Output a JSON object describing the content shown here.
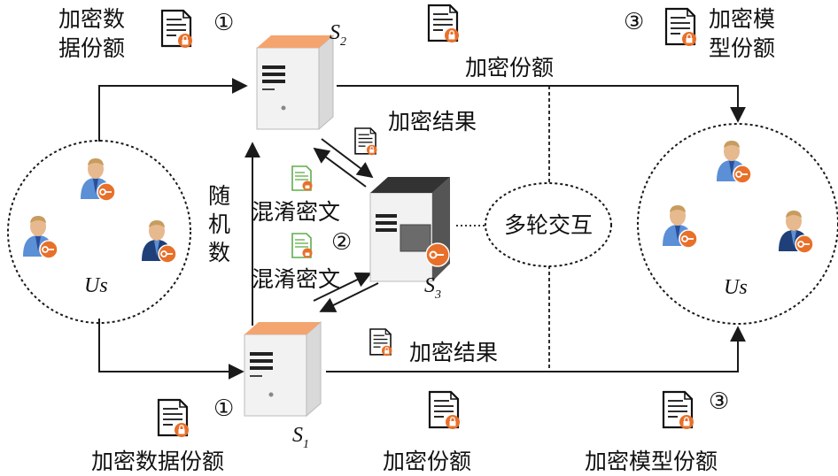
{
  "labels": {
    "enc_data_share_top": [
      "加密数",
      "据份额"
    ],
    "enc_model_share_top": [
      "加密模",
      "型份额"
    ],
    "enc_share_top": "加密份额",
    "enc_result_top": "加密结果",
    "enc_result_bottom": "加密结果",
    "obfuscated_1": "混淆密文",
    "obfuscated_2": "混淆密文",
    "random_number": [
      "随",
      "机",
      "数"
    ],
    "multi_round": "多轮交互",
    "enc_data_share_bottom": "加密数据份额",
    "enc_share_bottom": "加密份额",
    "enc_model_share_bottom": "加密模型份额"
  },
  "circled": {
    "one_top": "①",
    "one_bottom": "①",
    "two": "②",
    "three_top": "③",
    "three_bottom": "③"
  },
  "servers": {
    "s1": {
      "base": "S",
      "sub": "1"
    },
    "s2": {
      "base": "S",
      "sub": "2"
    },
    "s3": {
      "base": "S",
      "sub": "3"
    }
  },
  "users": {
    "left": "Us",
    "right": "Us"
  },
  "colors": {
    "server_top": "#f4a46e",
    "key_badge": "#e8702a",
    "user_shirt": "#5b8fd6",
    "doc_green": "#5fae4a",
    "line": "#1a1a1a"
  },
  "icons": [
    "encrypted-document-icon",
    "server-icon",
    "user-icon",
    "key-icon"
  ]
}
